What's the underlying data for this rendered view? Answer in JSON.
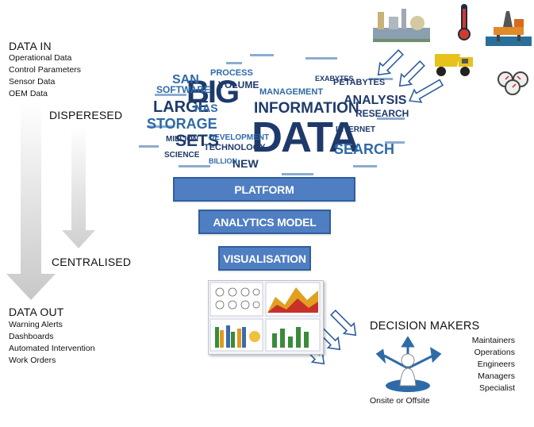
{
  "data_in": {
    "title": "DATA IN",
    "items": [
      "Operational Data",
      "Control Parameters",
      "Sensor Data",
      "OEM Data"
    ]
  },
  "labels": {
    "dispersed": "DISPERESED",
    "centralised": "CENTRALISED"
  },
  "data_out": {
    "title": "DATA OUT",
    "items": [
      "Warning Alerts",
      "Dashboards",
      "Automated Intervention",
      "Work Orders"
    ]
  },
  "pipeline": {
    "platform": "PLATFORM",
    "analytics": "ANALYTICS MODEL",
    "visualisation": "VISUALISATION"
  },
  "cloud": {
    "big": "BIG",
    "data": "DATA",
    "words": [
      "INFORMATION",
      "LARGE",
      "STORAGE",
      "SETS",
      "SOFTWARE",
      "ANALYSIS",
      "RESEARCH",
      "SEARCH",
      "MANAGEMENT",
      "PETABYTES",
      "TECHNOLOGY",
      "DEVELOPMENT",
      "VOLUME",
      "SCIENCE",
      "MILLION",
      "INTERNET",
      "PROCESS",
      "NEW",
      "BILLION",
      "EXABYTES",
      "SAN",
      "NAS"
    ]
  },
  "decision": {
    "title": "DECISION MAKERS",
    "roles": [
      "Maintainers",
      "Operations",
      "Engineers",
      "Managers",
      "Specialist"
    ],
    "caption": "Onsite or Offsite"
  },
  "colors": {
    "box": "#4f7ec2",
    "box_border": "#2f5f9e",
    "cloud_dark": "#1e3a6b",
    "cloud_mid": "#2f6aa8",
    "arrow_gray": "#d0d0d0"
  }
}
